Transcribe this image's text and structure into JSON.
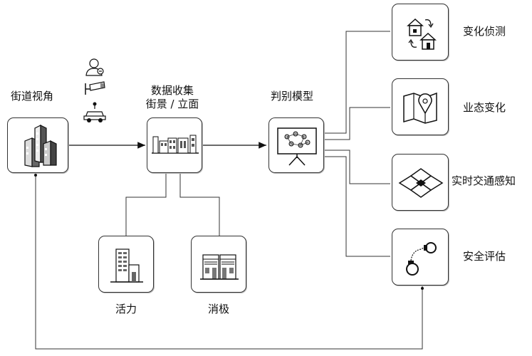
{
  "nodes": {
    "street_view": {
      "label": "街道视角"
    },
    "data_collection": {
      "label_line1": "数据收集",
      "label_line2": "街景 / 立面"
    },
    "model": {
      "label": "判别模型"
    },
    "vitality": {
      "label": "活力"
    },
    "passive": {
      "label": "消极"
    }
  },
  "outputs": [
    {
      "label": "变化侦测",
      "icon": "houses-change-icon"
    },
    {
      "label": "业态变化",
      "icon": "map-pin-icon"
    },
    {
      "label": "实时交通感知",
      "icon": "intersection-icon"
    },
    {
      "label": "安全评估",
      "icon": "handcuffs-icon"
    }
  ],
  "collection_sources": [
    "person-icon",
    "cctv-camera-icon",
    "street-view-car-icon"
  ]
}
